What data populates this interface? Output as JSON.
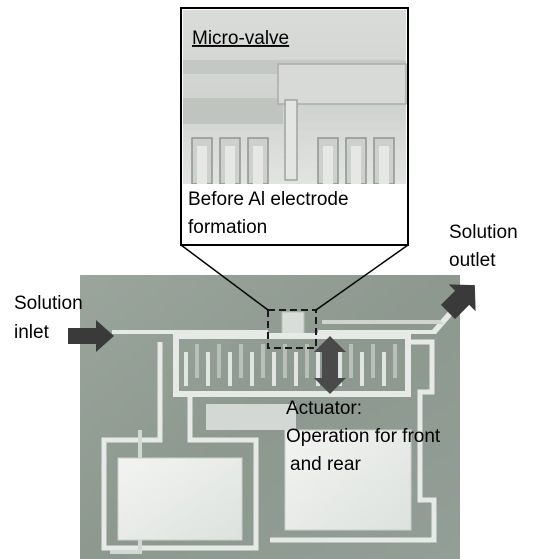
{
  "inset": {
    "title": "Micro-valve",
    "caption_line1": "Before Al electrode",
    "caption_line2": "formation"
  },
  "labels": {
    "inlet_line1": "Solution",
    "inlet_line2": "inlet",
    "outlet_line1": "Solution",
    "outlet_line2": "outlet",
    "actuator_line1": "Actuator:",
    "actuator_line2": "Operation for front",
    "actuator_line3": "and rear"
  },
  "icons": {
    "inlet_arrow": "right-arrow-icon",
    "outlet_arrow": "up-right-arrow-icon",
    "actuator_arrow": "up-down-arrow-icon"
  },
  "colors": {
    "chip_background": "#8f9a92",
    "electrode": "#e4e8e4",
    "arrow": "#3a3a3a",
    "inset_photo": "#d6d9d6"
  }
}
